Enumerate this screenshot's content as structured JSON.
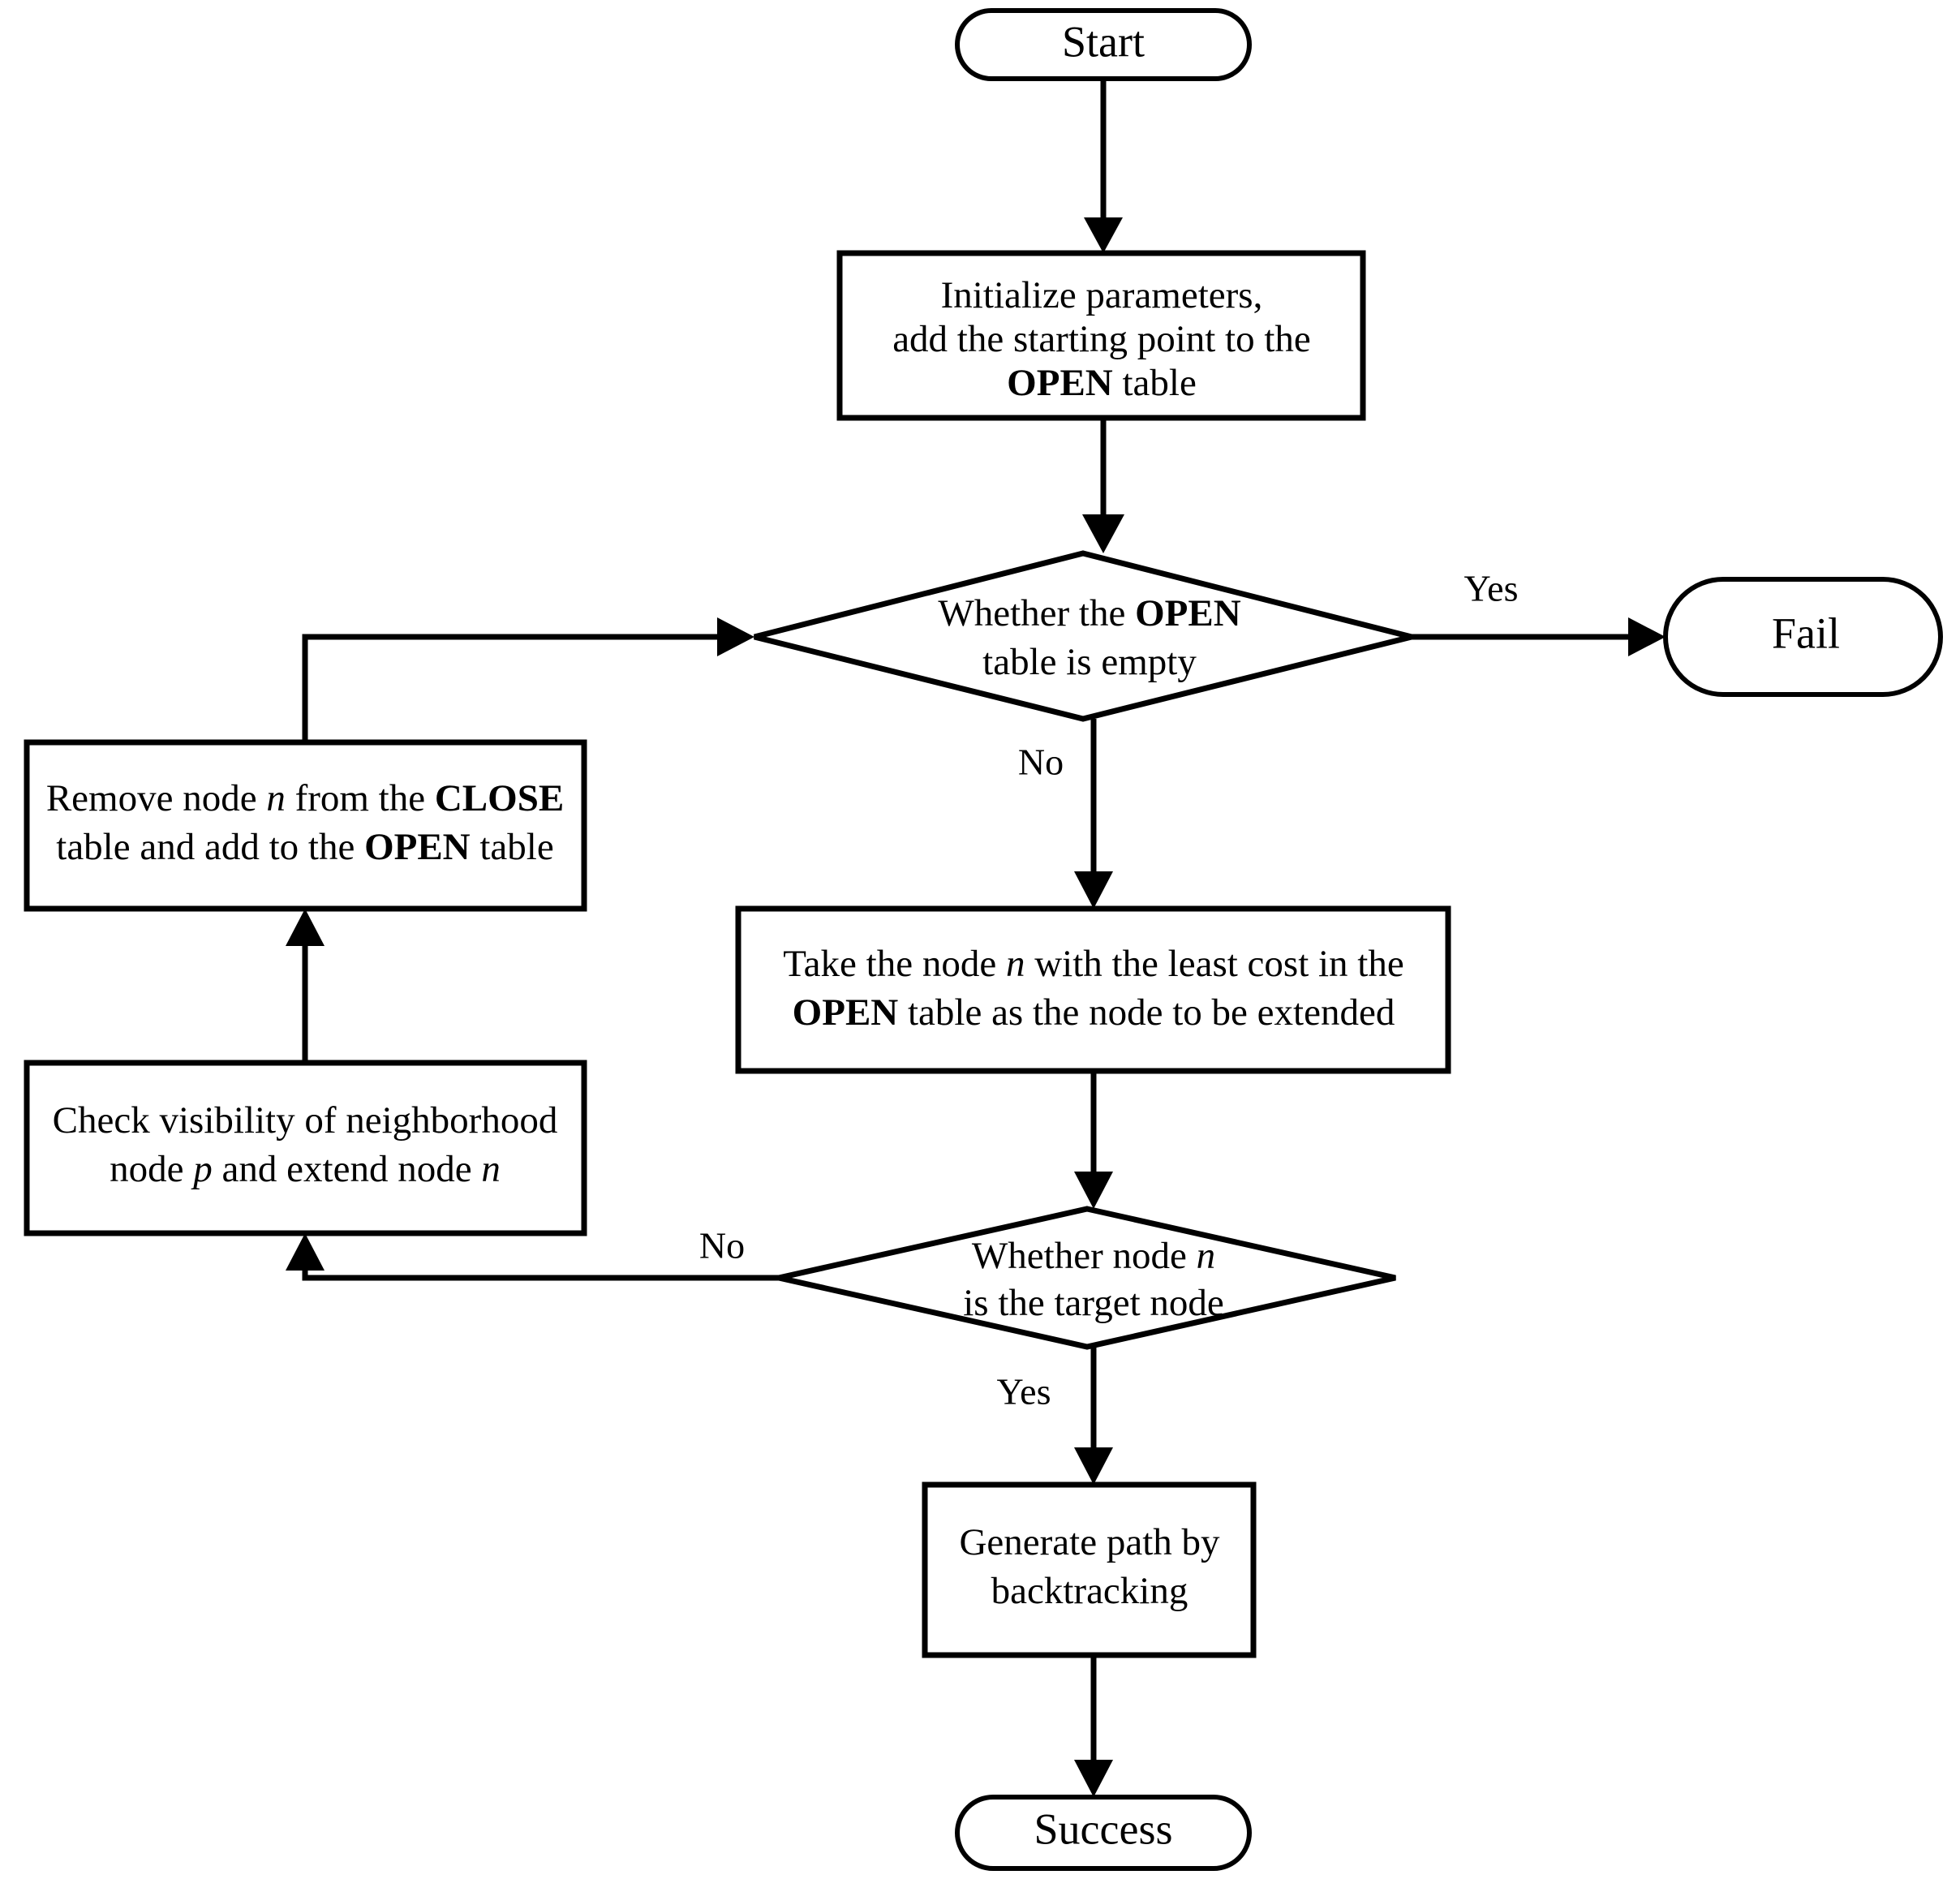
{
  "diagram": {
    "title": "Path planning algorithm flowchart",
    "type": "flowchart",
    "background_color": "#ffffff",
    "line_color": "#000000"
  },
  "nodes": {
    "start": {
      "shape": "terminator",
      "label": "Start"
    },
    "initialize": {
      "shape": "process",
      "line1": "Initialize parameters,",
      "line2": "add the starting point to the",
      "line3_bold": "OPEN",
      "line3_rest": " table"
    },
    "open_empty": {
      "shape": "decision",
      "line1_a": "Whether the ",
      "line1_bold": "OPEN",
      "line2": "table is empty"
    },
    "fail": {
      "shape": "terminator",
      "label": "Fail"
    },
    "remove_node": {
      "shape": "process",
      "line1_a": "Remove node ",
      "line1_ital": "n",
      "line1_b": " from the ",
      "line1_bold": "CLOSE",
      "line2_a": "table and add to the ",
      "line2_bold": "OPEN",
      "line2_b": " table"
    },
    "check_visibility": {
      "shape": "process",
      "line1": "Check visibility of neighborhood",
      "line2_a": "node ",
      "line2_ital1": "p",
      "line2_b": " and extend node ",
      "line2_ital2": "n"
    },
    "take_node": {
      "shape": "process",
      "line1_a": "Take the node ",
      "line1_ital": "n",
      "line1_b": " with the least cost in the",
      "line2_bold": "OPEN",
      "line2_rest": " table as the node to be extended"
    },
    "is_target": {
      "shape": "decision",
      "line1_a": "Whether node ",
      "line1_ital": "n",
      "line2": "is the target node"
    },
    "generate_path": {
      "shape": "process",
      "line1": "Generate path by",
      "line2": "backtracking"
    },
    "success": {
      "shape": "terminator",
      "label": "Success"
    }
  },
  "edge_labels": {
    "open_empty_yes": "Yes",
    "open_empty_no": "No",
    "is_target_no": "No",
    "is_target_yes": "Yes"
  }
}
